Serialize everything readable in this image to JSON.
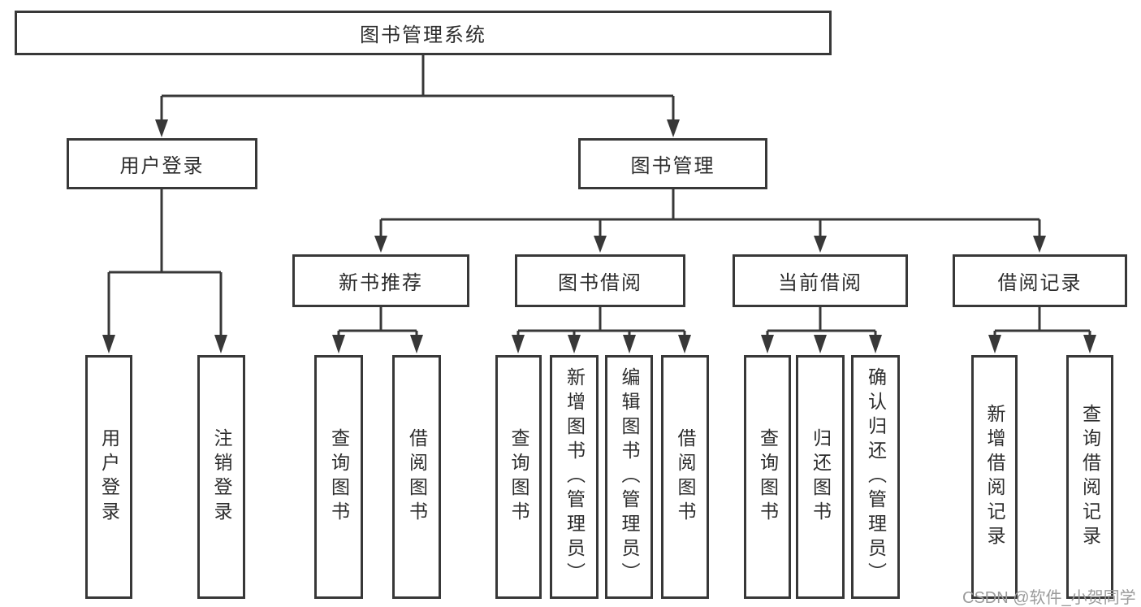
{
  "diagram": {
    "root": {
      "label": "图书管理系统"
    },
    "branches": [
      {
        "label": "用户登录",
        "leaves": [
          "用户登录",
          "注销登录"
        ]
      },
      {
        "label": "图书管理",
        "sections": [
          {
            "label": "新书推荐",
            "leaves": [
              "查询图书",
              "借阅图书"
            ]
          },
          {
            "label": "图书借阅",
            "leaves": [
              "查询图书",
              "新增图书（管理员）",
              "编辑图书（管理员）",
              "借阅图书"
            ]
          },
          {
            "label": "当前借阅",
            "leaves": [
              "查询图书",
              "归还图书",
              "确认归还（管理员）"
            ]
          },
          {
            "label": "借阅记录",
            "leaves": [
              "新增借阅记录",
              "查询借阅记录"
            ]
          }
        ]
      }
    ]
  },
  "watermark": {
    "text": "CSDN @软件_小贺同学"
  },
  "colors": {
    "line": "#383838",
    "text": "#2d2d2d",
    "watermark": "#9b9b9b",
    "background": "#ffffff"
  }
}
